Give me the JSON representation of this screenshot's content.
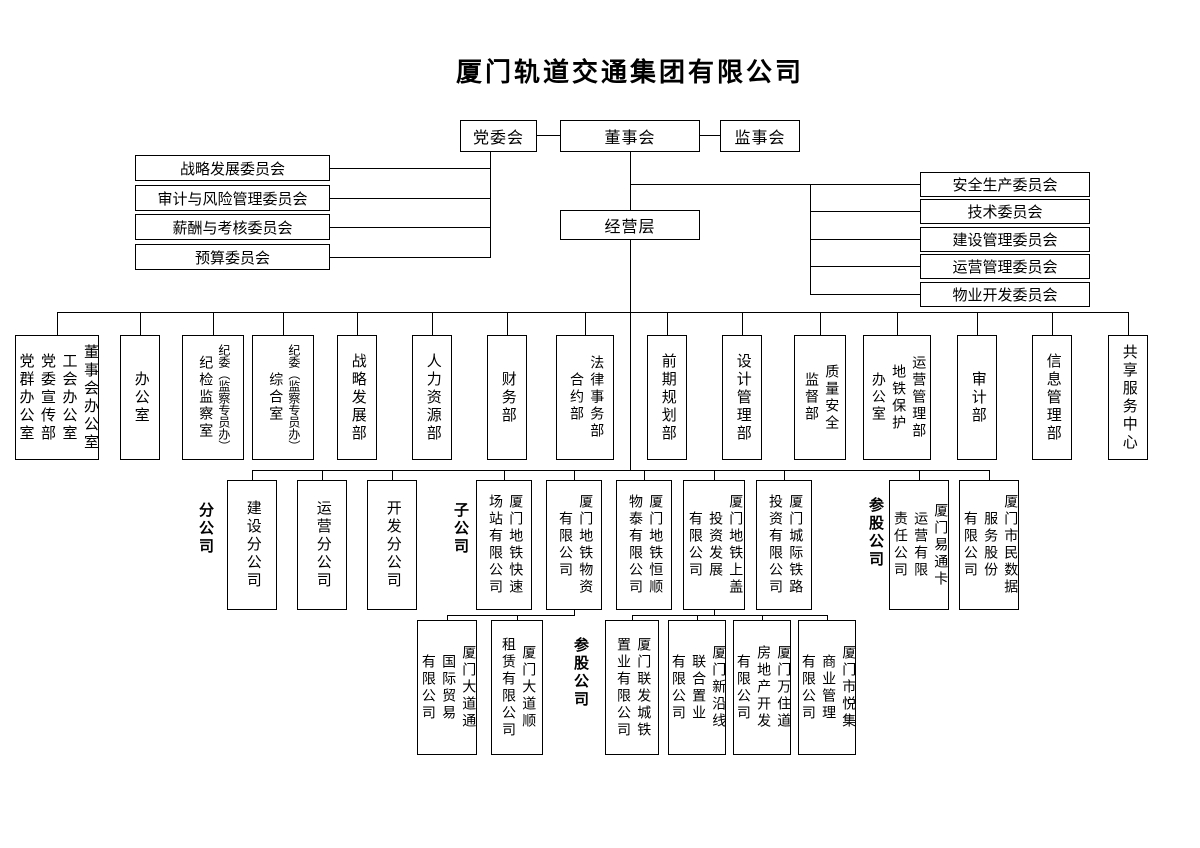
{
  "title": "厦门轨道交通集团有限公司",
  "governance": {
    "party_committee": "党委会",
    "board": "董事会",
    "supervisory_board": "监事会",
    "management": "经营层"
  },
  "board_committees": [
    "战略发展委员会",
    "审计与风险管理委员会",
    "薪酬与考核委员会",
    "预算委员会"
  ],
  "management_committees": [
    "安全生产委员会",
    "技术委员会",
    "建设管理委员会",
    "运营管理委员会",
    "物业开发委员会"
  ],
  "departments": [
    {
      "lines": [
        "董事会办公室",
        "工会办公室",
        "党委宣传部",
        "党群办公室"
      ]
    },
    {
      "lines": [
        "办公室"
      ]
    },
    {
      "lines": [
        "纪委（监察专员办）",
        "纪检监察室"
      ]
    },
    {
      "lines": [
        "纪委（监察专员办）",
        "综合室"
      ]
    },
    {
      "lines": [
        "战略发展部"
      ]
    },
    {
      "lines": [
        "人力资源部"
      ]
    },
    {
      "lines": [
        "财务部"
      ]
    },
    {
      "lines": [
        "法律事务部",
        "合约部"
      ]
    },
    {
      "lines": [
        "前期规划部"
      ]
    },
    {
      "lines": [
        "设计管理部"
      ]
    },
    {
      "lines": [
        "质量安全",
        "监督部"
      ]
    },
    {
      "lines": [
        "运营管理部",
        "地铁保护",
        "办公室"
      ]
    },
    {
      "lines": [
        "审计部"
      ]
    },
    {
      "lines": [
        "信息管理部"
      ]
    },
    {
      "lines": [
        "共享服务中心"
      ]
    }
  ],
  "group_labels": {
    "branch_companies": "分公司",
    "subsidiaries": "子公司",
    "invested_companies": "参股公司"
  },
  "branch_companies": [
    {
      "lines": [
        "建设分公司"
      ]
    },
    {
      "lines": [
        "运营分公司"
      ]
    },
    {
      "lines": [
        "开发分公司"
      ]
    }
  ],
  "subsidiaries": [
    {
      "lines": [
        "厦门地铁快速",
        "场站有限公司"
      ]
    },
    {
      "lines": [
        "厦门地铁物资",
        "有限公司"
      ]
    },
    {
      "lines": [
        "厦门地铁恒顺",
        "物泰有限公司"
      ]
    },
    {
      "lines": [
        "厦门地铁上盖",
        "投资发展",
        "有限公司"
      ]
    },
    {
      "lines": [
        "厦门城际铁路",
        "投资有限公司"
      ]
    }
  ],
  "invested_row1": [
    {
      "lines": [
        "厦门易通卡",
        "运营有限",
        "责任公司"
      ]
    },
    {
      "lines": [
        "厦门市民数据",
        "服务股份",
        "有限公司"
      ]
    }
  ],
  "sub_subsidiaries": [
    {
      "lines": [
        "厦门大道通",
        "国际贸易",
        "有限公司"
      ]
    },
    {
      "lines": [
        "厦门大道顺",
        "租赁有限公司"
      ]
    }
  ],
  "invested_row2": [
    {
      "lines": [
        "厦门联发城铁",
        "置业有限公司"
      ]
    },
    {
      "lines": [
        "厦门新沿线",
        "联合置业",
        "有限公司"
      ]
    },
    {
      "lines": [
        "厦门万住道",
        "房地产开发",
        "有限公司"
      ]
    },
    {
      "lines": [
        "厦门市悦集",
        "商业管理",
        "有限公司"
      ]
    }
  ]
}
